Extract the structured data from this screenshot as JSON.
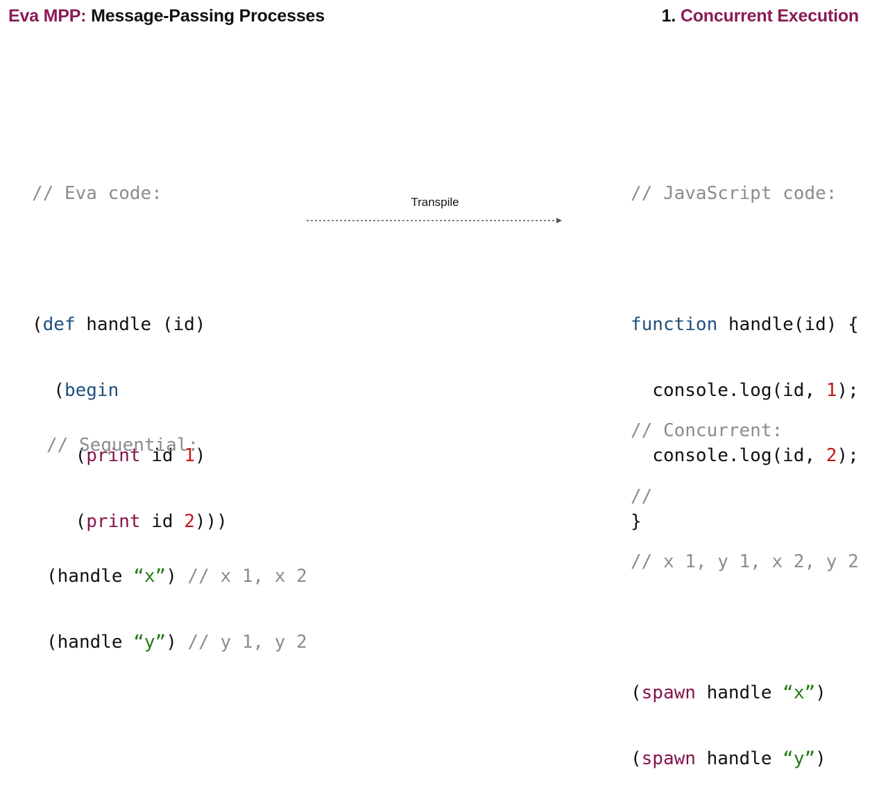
{
  "header": {
    "left_accent": "Eva MPP:",
    "left_rest": " Message-Passing Processes",
    "right_number": "1. ",
    "right_accent": "Concurrent Execution"
  },
  "eva_code": {
    "comment": "// Eva code:",
    "l1_open": "(",
    "l1_kw": "def",
    "l1_rest": " handle (id)",
    "l2_indent": "  (",
    "l2_kw": "begin",
    "l3_indent": "    (",
    "l3_fn": "print",
    "l3_mid": " id ",
    "l3_num": "1",
    "l3_close": ")",
    "l4_indent": "    (",
    "l4_fn": "print",
    "l4_mid": " id ",
    "l4_num": "2",
    "l4_close": ")))"
  },
  "transpile": {
    "label": "Transpile"
  },
  "js_code": {
    "comment": "// JavaScript code:",
    "l1_kw": "function",
    "l1_rest": " handle(id) {",
    "l2_pre": "  console.log(id, ",
    "l2_num": "1",
    "l2_post": ");",
    "l3_pre": "  console.log(id, ",
    "l3_num": "2",
    "l3_post": ");",
    "l4": "}"
  },
  "sequential_code": {
    "comment": "// Sequential:",
    "l1_pre": "(handle ",
    "l1_str": "“x”",
    "l1_close": ")",
    "l1_comment": " // x 1, x 2",
    "l2_pre": "(handle ",
    "l2_str": "“y”",
    "l2_close": ")",
    "l2_comment": " // y 1, y 2"
  },
  "concurrent_code": {
    "comment1": "// Concurrent:",
    "comment2": "//",
    "comment3": "// x 1, y 1, x 2, y 2",
    "l1_open": "(",
    "l1_fn": "spawn",
    "l1_mid": " handle ",
    "l1_str": "“x”",
    "l1_close": ")",
    "l2_open": "(",
    "l2_fn": "spawn",
    "l2_mid": " handle ",
    "l2_str": "“y”",
    "l2_close": ")"
  },
  "colors": {
    "accent": "#8a1a55",
    "comment": "#8c8c8c",
    "keyword": "#1f4f7c",
    "function": "#85144b",
    "number": "#c01818",
    "string": "#247a14"
  }
}
